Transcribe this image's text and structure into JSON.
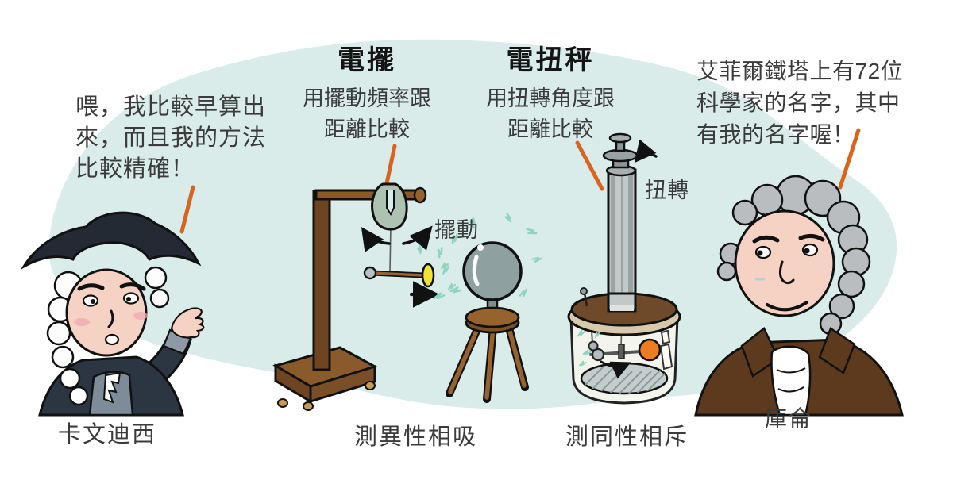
{
  "scene": {
    "background_color": "#ffffff",
    "blob_color": "#d9ecea",
    "accent_orange": "#d9641e",
    "spark_color": "#8fd4be",
    "text_color": "#3b3b3b"
  },
  "left_character": {
    "speech_lines": [
      "喂，我比較早算出",
      "來，而且我的方法",
      "比較精確！"
    ],
    "name": "卡文迪西"
  },
  "pendulum": {
    "title": "電擺",
    "desc_lines": [
      "用擺動頻率跟",
      "距離比較"
    ],
    "motion_label": "擺動",
    "caption": "測異性相吸"
  },
  "torsion": {
    "title": "電扭秤",
    "desc_lines": [
      "用扭轉角度跟",
      "距離比較"
    ],
    "motion_label": "扭轉",
    "caption": "測同性相斥"
  },
  "right_character": {
    "speech_lines": [
      "艾菲爾鐵塔上有72位",
      "科學家的名字，其中",
      "有我的名字喔！"
    ],
    "name": "庫侖"
  }
}
